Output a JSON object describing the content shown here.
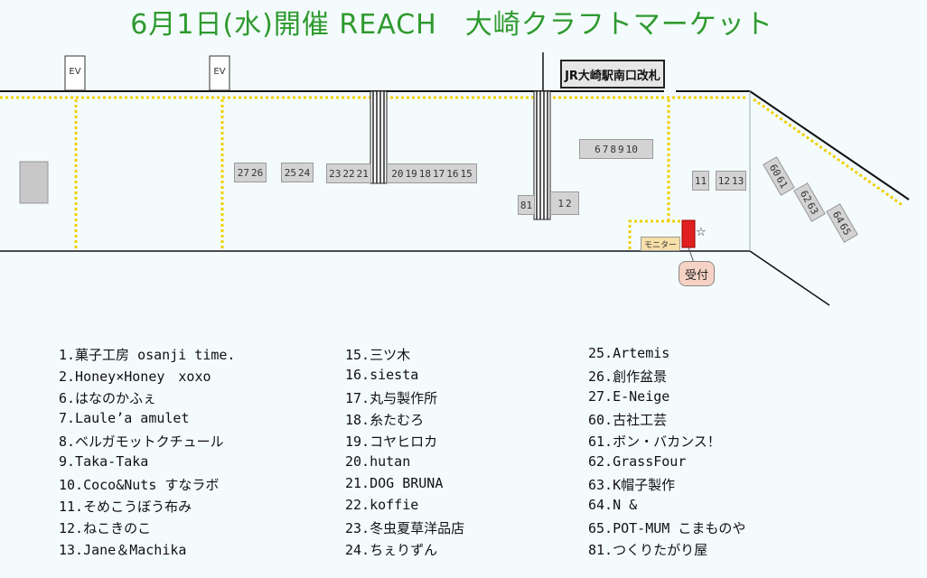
{
  "title": "6月1日(水)開催 REACH　大崎クラフトマーケット",
  "station_sign": "JR大崎駅南口改札",
  "ev_labels": [
    "EV",
    "EV"
  ],
  "monitor_label": "モニター",
  "reception_label": "受付",
  "star": "☆",
  "booth_groups": [
    [
      "27",
      "26"
    ],
    [
      "25",
      "24"
    ],
    [
      "23",
      "22",
      "21"
    ],
    [
      "20",
      "19",
      "18",
      "17",
      "16",
      "15"
    ],
    [
      "6",
      "7",
      "8",
      "9",
      "10"
    ],
    [
      "81"
    ],
    [
      "1",
      "2"
    ],
    [
      "11"
    ],
    [
      "12",
      "13"
    ],
    [
      "60",
      "61"
    ],
    [
      "62",
      "63"
    ],
    [
      "64",
      "65"
    ]
  ],
  "legend": [
    [
      "1.菓子工房 osanji time.",
      "2.Honey×Honey　xoxo",
      "6.はなのかふぇ",
      "7.Laule’a amulet",
      "8.ベルガモットクチュール",
      "9.Taka-Taka",
      "10.Coco&Nuts すなラボ",
      "11.そめこうぼう布み",
      "12.ねこきのこ",
      "13.Jane＆Machika"
    ],
    [
      "15.三ツ木",
      "16.siesta",
      "17.丸与製作所",
      "18.糸たむろ",
      "19.コヤヒロカ",
      "20.hutan",
      "21.DOG BRUNA",
      "22.koffie",
      "23.冬虫夏草洋品店",
      "24.ちぇりずん"
    ],
    [
      "25.Artemis",
      "26.創作盆景",
      "27.E-Neige",
      "60.古社工芸",
      "61.ボン・バカンス！",
      "62.GrassFour",
      "63.K帽子製作",
      "64.N &",
      "65.POT-MUM こまものや",
      "81.つくりたがり屋"
    ]
  ]
}
